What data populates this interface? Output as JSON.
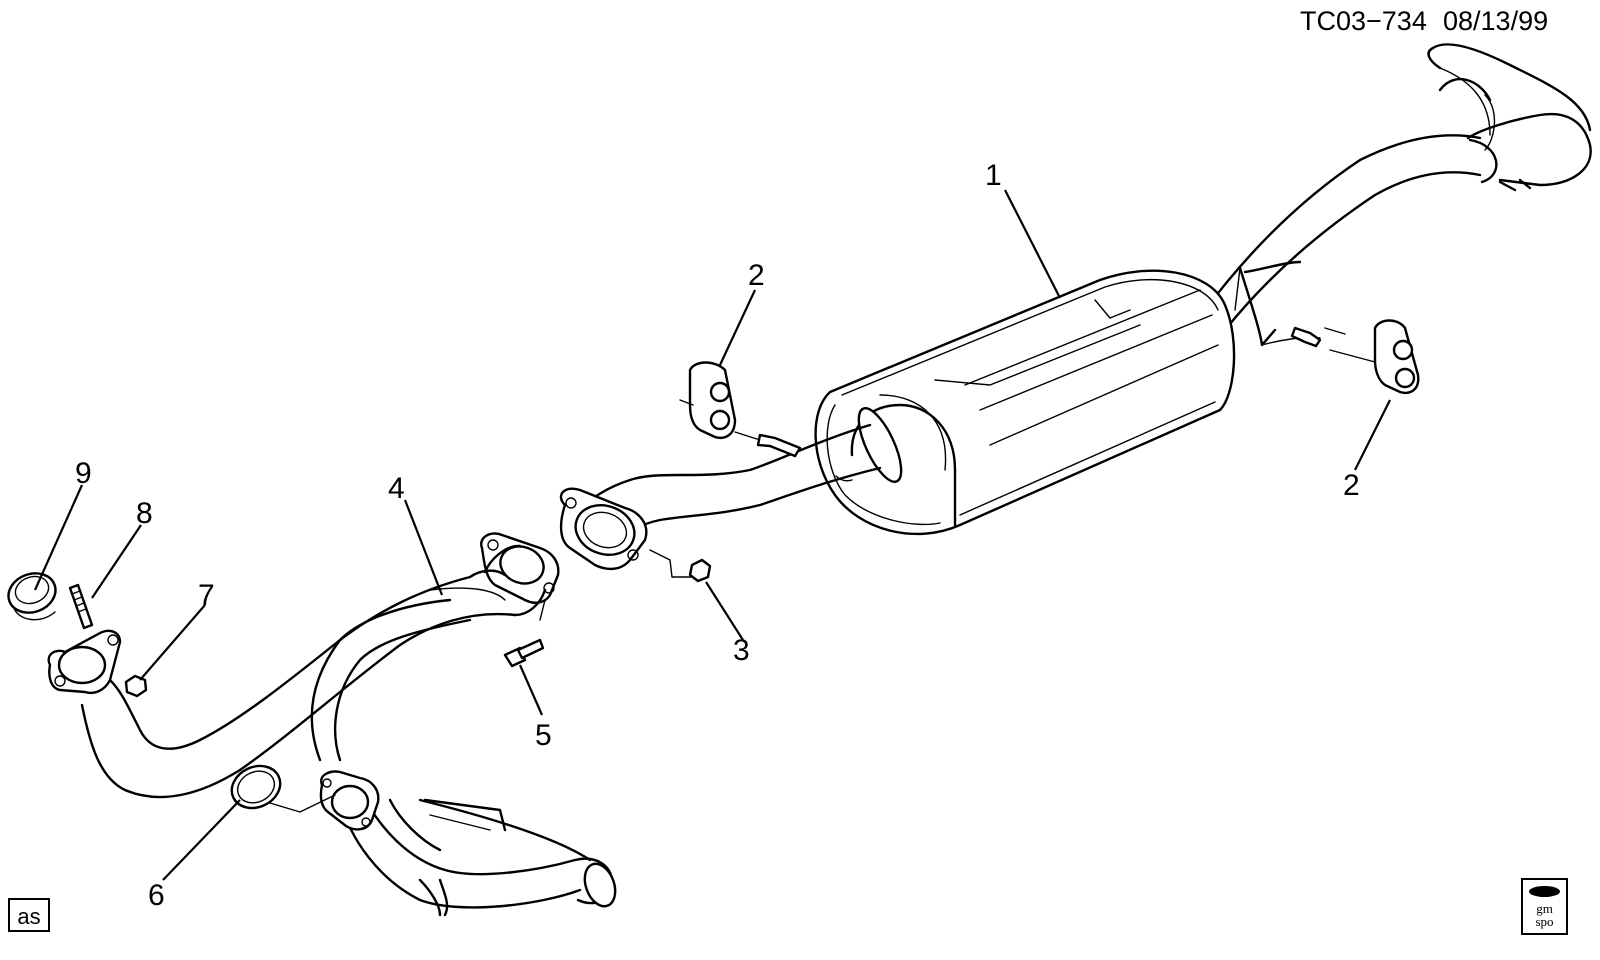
{
  "header": {
    "diagram_id": "TC03−734",
    "date": "08/13/99"
  },
  "callouts": [
    {
      "id": "c1",
      "label": "1"
    },
    {
      "id": "c2a",
      "label": "2"
    },
    {
      "id": "c2b",
      "label": "2"
    },
    {
      "id": "c3",
      "label": "3"
    },
    {
      "id": "c4",
      "label": "4"
    },
    {
      "id": "c5",
      "label": "5"
    },
    {
      "id": "c6",
      "label": "6"
    },
    {
      "id": "c7",
      "label": "7"
    },
    {
      "id": "c8",
      "label": "8"
    },
    {
      "id": "c9",
      "label": "9"
    }
  ],
  "badge": {
    "text": "as"
  },
  "logo": {
    "line1": "gm",
    "line2": "spo"
  }
}
